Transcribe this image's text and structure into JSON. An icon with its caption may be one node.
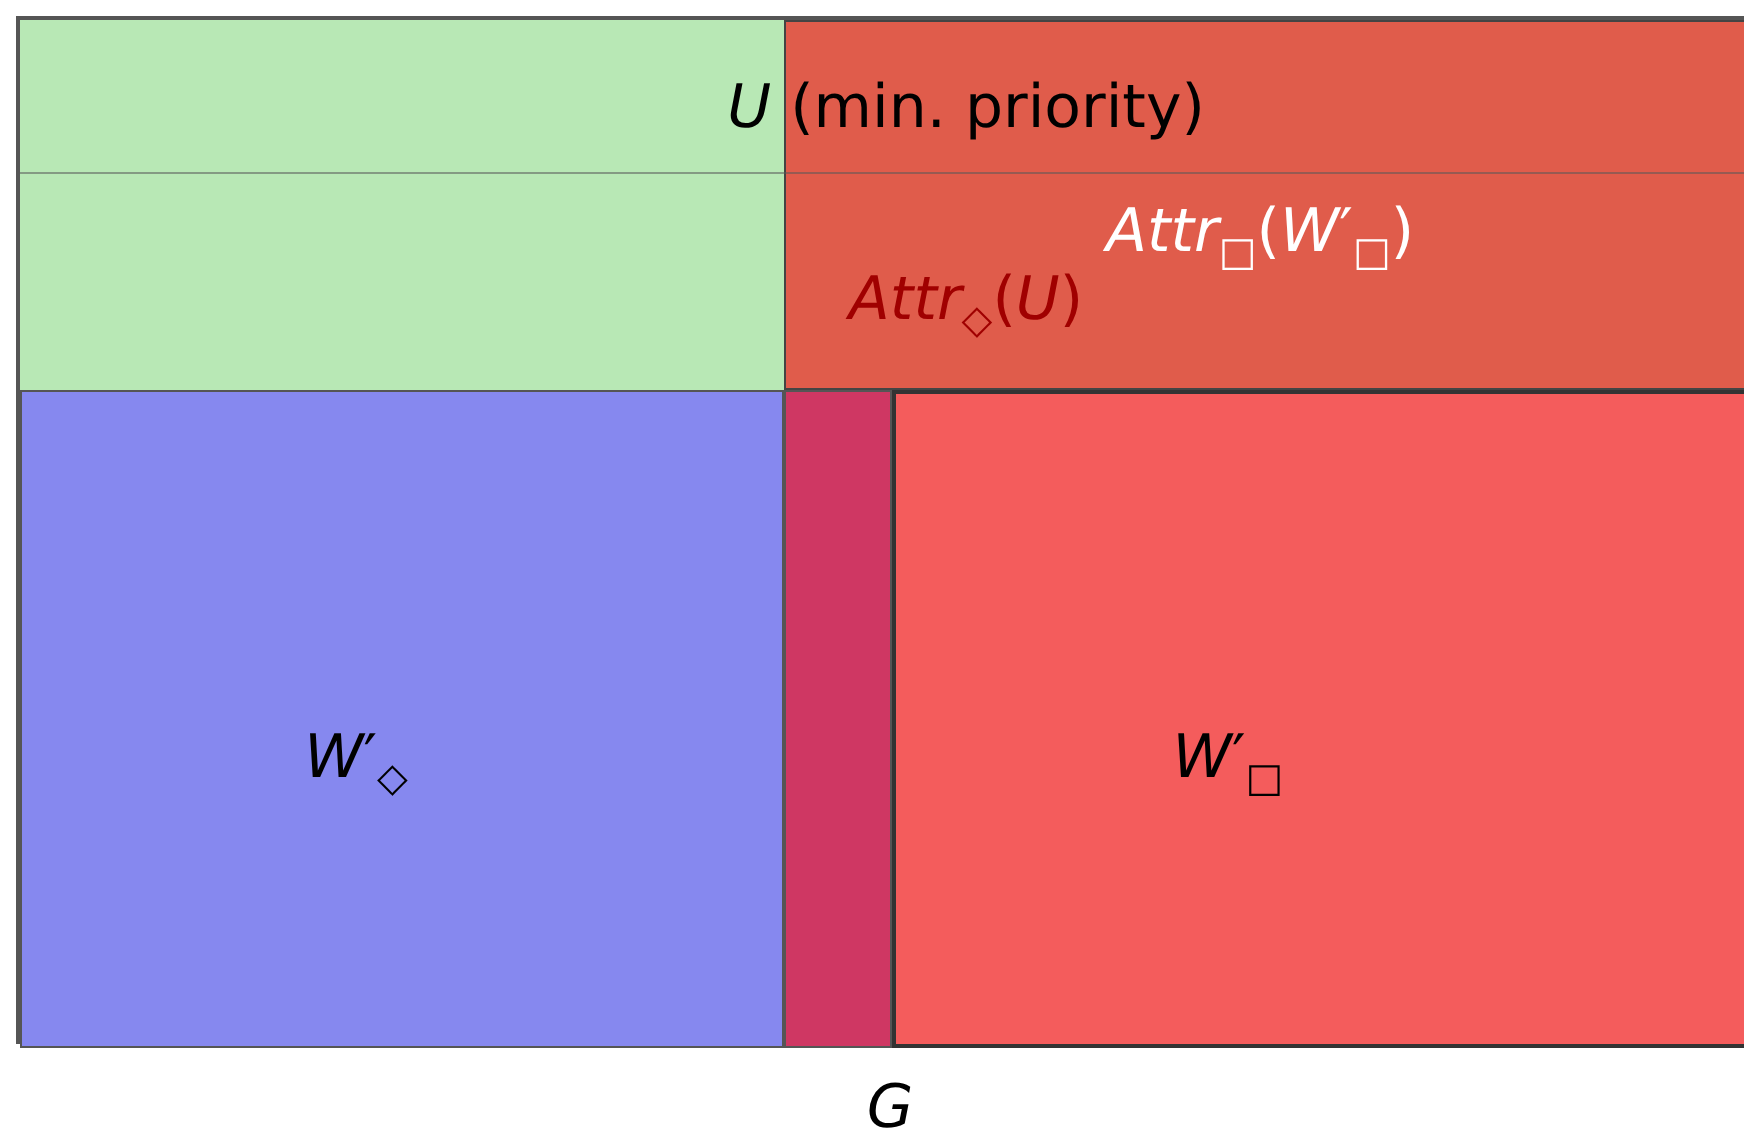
{
  "diagram": {
    "nodes": [
      {
        "text": [
          "*G*"
        ]
      },
      {
        "text": [],
        "shape": "box",
        "in": 0
      },
      {
        "text": [
          "*Attr*$_{□}$(*W*′$_{□}$)"
        ],
        "in": 0
      },
      {
        "text": [
          "*U* (min. priority)"
        ],
        "in": 0
      },
      {
        "text": [
          "*W*′$_{◇}$"
        ],
        "in": 0
      },
      {
        "text": [],
        "shape": "box",
        "in": 0
      },
      {
        "text": [
          "*W*′$_{□}$"
        ],
        "in": 0
      }
    ],
    "labels": [
      "*Attr*$_{◇}$(*U*)"
    ]
  }
}
